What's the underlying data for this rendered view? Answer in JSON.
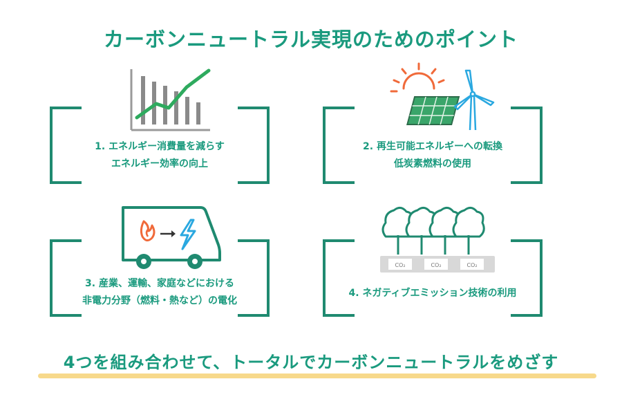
{
  "title": "カーボンニュートラル実現のためのポイント",
  "points": [
    {
      "line1": "1. エネルギー消費量を減らす",
      "line2": "エネルギー効率の向上",
      "icon": "declining-chart-icon"
    },
    {
      "line1": "2. 再生可能エネルギーへの転換",
      "line2": "低炭素燃料の使用",
      "icon": "solar-wind-icon"
    },
    {
      "line1": "3. 産業、運輸、家庭などにおける",
      "line2": "非電力分野（燃料・熱など）の電化",
      "icon": "electric-vehicle-icon"
    },
    {
      "line1": "4. ネガティブエミッション技術の利用",
      "line2": "",
      "icon": "forest-co2-icon"
    }
  ],
  "co2_labels": [
    "CO₂",
    "CO₂",
    "CO₂"
  ],
  "conclusion": "4つを組み合わせて、トータルでカーボンニュートラルをめざす",
  "colors": {
    "accent": "#1a9a7e",
    "bracket": "#1f8a70",
    "orange": "#f06a3a",
    "blue": "#2aa8e0",
    "underline": "#f7d98b"
  }
}
